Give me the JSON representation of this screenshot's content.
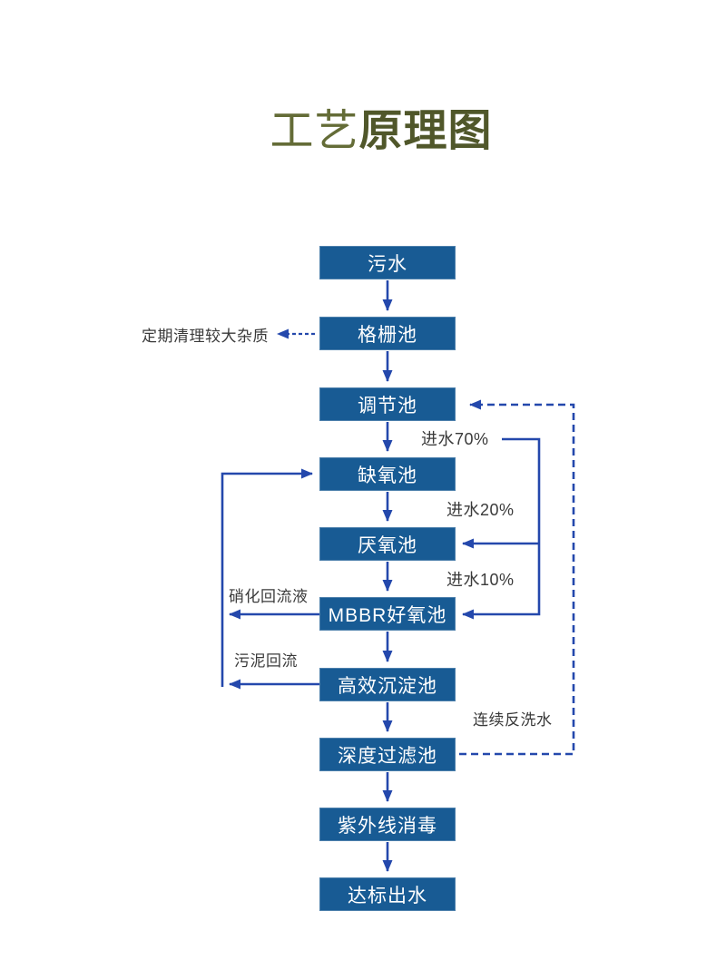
{
  "page": {
    "title": {
      "light": "工艺",
      "bold": "原理图"
    }
  },
  "flow": {
    "nodes": [
      {
        "label": "污水"
      },
      {
        "label": "格栅池"
      },
      {
        "label": "调节池"
      },
      {
        "label": "缺氧池"
      },
      {
        "label": "厌氧池"
      },
      {
        "label": "MBBR好氧池"
      },
      {
        "label": "高效沉淀池"
      },
      {
        "label": "深度过滤池"
      },
      {
        "label": "紫外线消毒"
      },
      {
        "label": "达标出水"
      }
    ],
    "annotations": {
      "cleanup": "定期清理较大杂质",
      "nitrified_return": "硝化回流液",
      "sludge_return": "污泥回流",
      "inflow_70": "进水70%",
      "inflow_20": "进水20%",
      "inflow_10": "进水10%",
      "backwash": "连续反洗水"
    },
    "colors": {
      "box_fill": "#185b94",
      "box_border": "#4d80ac",
      "box_text": "#ffffff",
      "arrow": "#2448ac",
      "annotation_text": "#3a3a3a",
      "title_light": "#646c37",
      "title_bold": "#50572a"
    }
  }
}
